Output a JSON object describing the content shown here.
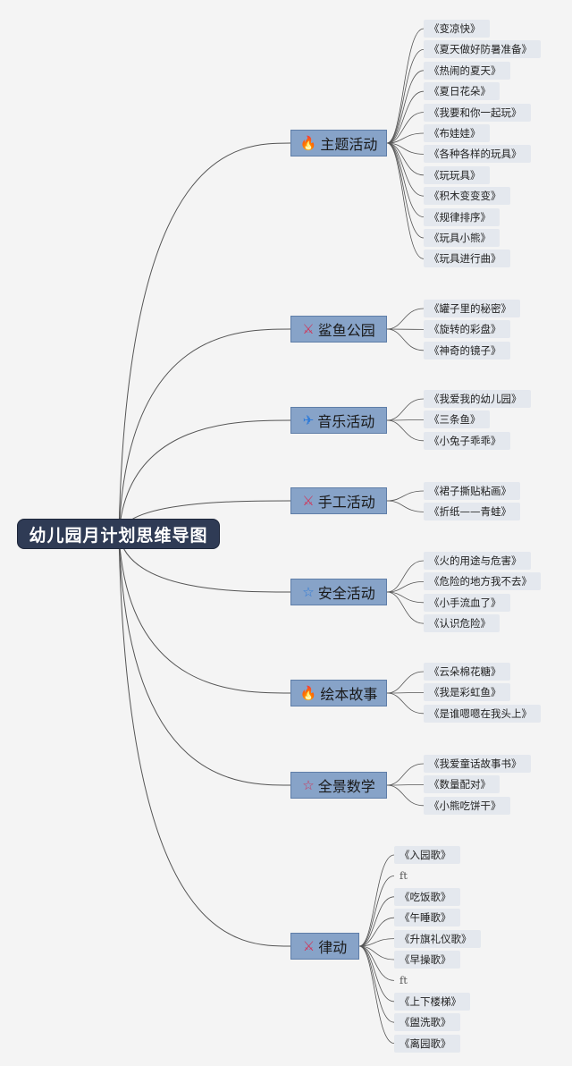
{
  "root": {
    "label": "幼儿园月计划思维导图"
  },
  "branches": [
    {
      "label": "主题活动",
      "icon": "flame-icon",
      "icon_color": "#2f7bd8",
      "items": [
        "《变凉快》",
        "《夏天做好防暑准备》",
        "《热闹的夏天》",
        "《夏日花朵》",
        "《我要和你一起玩》",
        "《布娃娃》",
        "《各种各样的玩具》",
        "《玩玩具》",
        "《积木变变变》",
        "《规律排序》",
        "《玩具小熊》",
        "《玩具进行曲》"
      ]
    },
    {
      "label": "鲨鱼公园",
      "icon": "magic-wand-icon",
      "icon_color": "#d0365a",
      "items": [
        "《罐子里的秘密》",
        "《旋转的彩盘》",
        "《神奇的镜子》"
      ]
    },
    {
      "label": "音乐活动",
      "icon": "paper-plane-icon",
      "icon_color": "#2f7bd8",
      "items": [
        "《我爱我的幼儿园》",
        "《三条鱼》",
        "《小兔子乖乖》"
      ]
    },
    {
      "label": "手工活动",
      "icon": "magic-wand-icon",
      "icon_color": "#d0365a",
      "items": [
        "《裙子撕贴粘画》",
        "《折纸——青蛙》"
      ]
    },
    {
      "label": "安全活动",
      "icon": "star-outline-icon",
      "icon_color": "#2f7bd8",
      "items": [
        "《火的用途与危害》",
        "《危险的地方我不去》",
        "《小手流血了》",
        "《认识危险》"
      ]
    },
    {
      "label": "绘本故事",
      "icon": "flame-icon",
      "icon_color": "#2f7bd8",
      "items": [
        "《云朵棉花糖》",
        "《我是彩虹鱼》",
        "《是谁嗯嗯在我头上》"
      ]
    },
    {
      "label": "全景数学",
      "icon": "star-outline-icon",
      "icon_color": "#d0365a",
      "items": [
        "《我爱童话故事书》",
        "《数量配对》",
        "《小熊吃饼干》"
      ]
    },
    {
      "label": "律动",
      "icon": "magic-wand-icon",
      "icon_color": "#d0365a",
      "items": [
        "《入园歌》",
        "ft",
        "《吃饭歌》",
        "《午睡歌》",
        "《升旗礼仪歌》",
        "《早操歌》",
        "ft",
        "《上下楼梯》",
        "《盥洗歌》",
        "《离园歌》"
      ]
    }
  ],
  "colors": {
    "root_fill": "#2f3b55",
    "branch_fill": "#87a3c8",
    "leaf_fill": "#e4e8ee",
    "line": "#555555"
  }
}
